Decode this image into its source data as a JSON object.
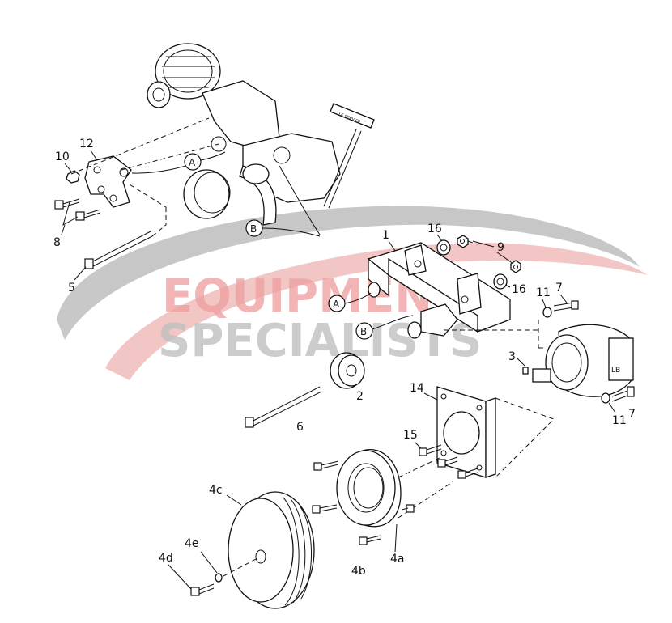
{
  "watermark": {
    "line1": "EQUIPMENT",
    "line2": "SPECIALISTS",
    "red": "#e03a3a",
    "gray": "#8a8a8a"
  },
  "callouts": {
    "A": "A",
    "B": "B"
  },
  "labels": {
    "p1": "1",
    "p2": "2",
    "p3": "3",
    "p4a": "4a",
    "p4b": "4b",
    "p4c": "4c",
    "p4d": "4d",
    "p4e": "4e",
    "p5": "5",
    "p6": "6",
    "p7_top": "7",
    "p7_bot": "7",
    "p8": "8",
    "p9": "9",
    "p10": "10",
    "p11_top": "11",
    "p11_bot": "11",
    "p12": "12",
    "p14": "14",
    "p15": "15",
    "p16_top": "16",
    "p16_bot": "16"
  },
  "handle_tag": "LE SERVICE",
  "pump_tag": "LB"
}
